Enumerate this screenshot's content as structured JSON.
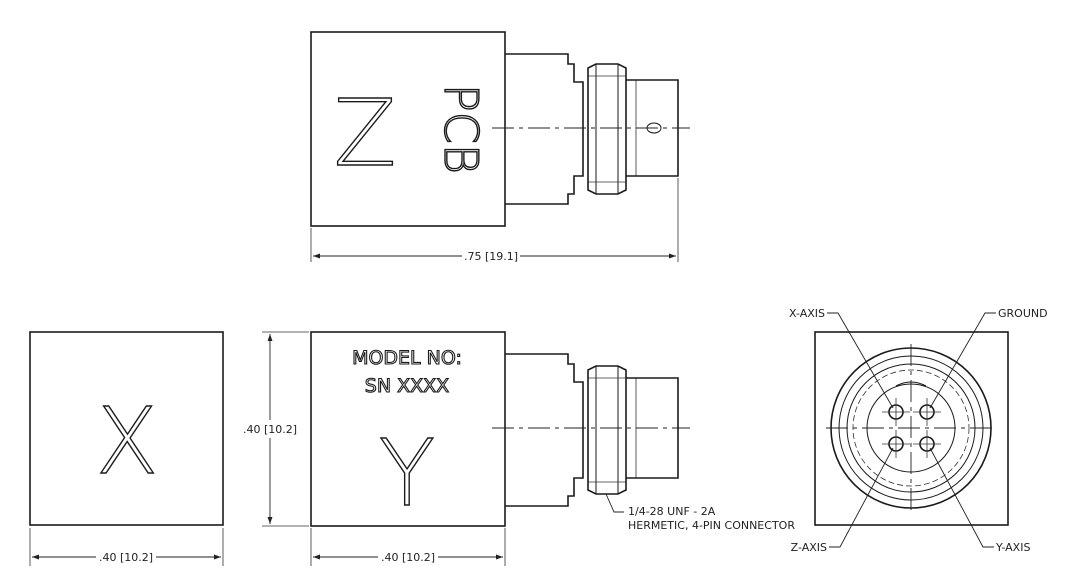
{
  "top_view": {
    "axis_letter": "Z",
    "brand": "PCB",
    "width_dim": ".75 [19.1]"
  },
  "side_view_x": {
    "axis_letter": "X",
    "width_dim": ".40 [10.2]"
  },
  "side_view_y": {
    "axis_letter": "Y",
    "model_line": "MODEL NO:",
    "serial_line": "SN XXXX",
    "height_dim": ".40 [10.2]",
    "width_dim": ".40 [10.2]",
    "connector_note_1": "1/4-28 UNF - 2A",
    "connector_note_2": "HERMETIC, 4-PIN CONNECTOR"
  },
  "end_view": {
    "label_x_axis": "X-AXIS",
    "label_ground": "GROUND",
    "label_z_axis": "Z-AXIS",
    "label_y_axis": "Y-AXIS"
  }
}
